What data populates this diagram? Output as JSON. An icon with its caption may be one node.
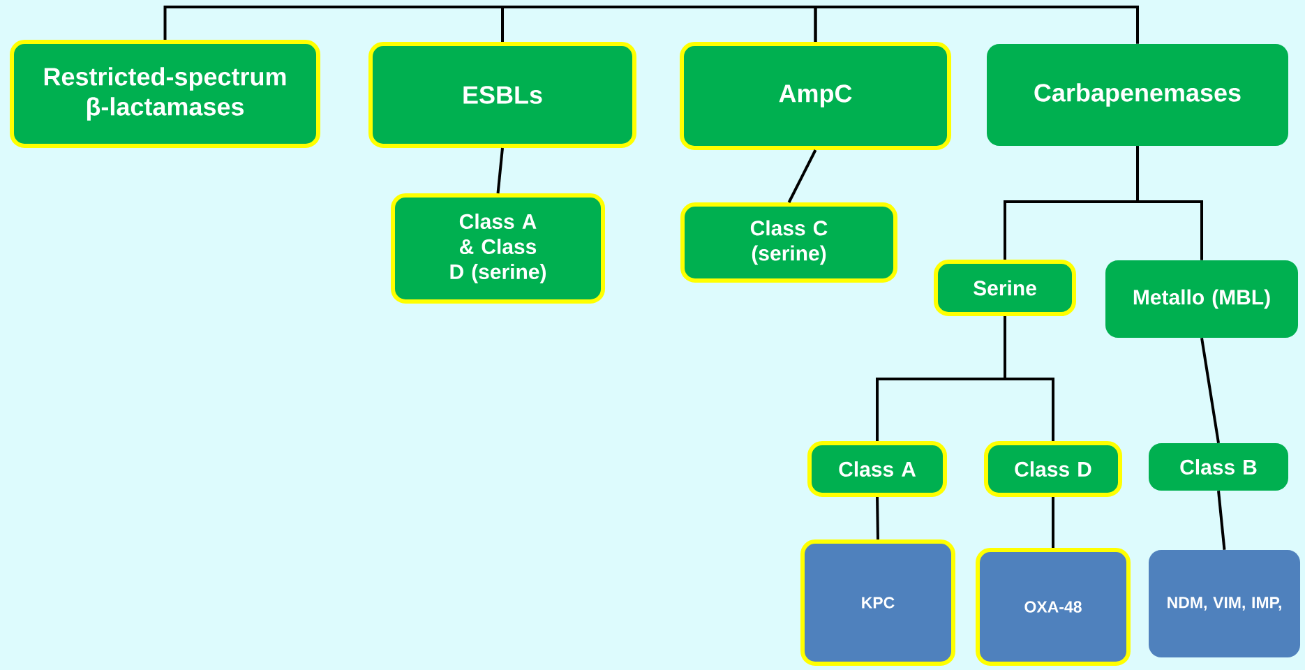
{
  "diagram": {
    "nodes": [
      {
        "text": [
          "Restricted-spectrum β-lactamases"
        ]
      },
      {
        "text": [
          "ESBLs"
        ]
      },
      {
        "text": [
          "AmpC"
        ]
      },
      {
        "text": [
          "Carbapenemases"
        ]
      },
      {
        "text": [
          "Class A & Class D (serine)"
        ]
      },
      {
        "text": [
          "Class C (serine)"
        ]
      },
      {
        "text": [
          "Serine"
        ]
      },
      {
        "text": [
          "Metallo (MBL)"
        ]
      },
      {
        "text": [
          "Class A"
        ]
      },
      {
        "text": [
          "Class D"
        ]
      },
      {
        "text": [
          "Class B"
        ]
      },
      {
        "text": [
          "KPC"
        ]
      },
      {
        "text": [
          "OXA-48"
        ]
      },
      {
        "text": [
          "NDM, VIM, IMP,"
        ]
      }
    ],
    "edges": [
      {
        "from": 0,
        "to": 1,
        "arrow": "none"
      },
      {
        "from": 1,
        "to": 2,
        "arrow": "none"
      },
      {
        "from": 2,
        "to": 3,
        "arrow": "none"
      },
      {
        "from": 1,
        "to": 4,
        "arrow": "none"
      },
      {
        "from": 2,
        "to": 5,
        "arrow": "none"
      },
      {
        "from": 3,
        "to": 6,
        "arrow": "none"
      },
      {
        "from": 3,
        "to": 7,
        "arrow": "none"
      },
      {
        "from": 6,
        "to": 8,
        "arrow": "none"
      },
      {
        "from": 6,
        "to": 9,
        "arrow": "none"
      },
      {
        "from": 7,
        "to": 10,
        "arrow": "none"
      },
      {
        "from": 8,
        "to": 11,
        "arrow": "none"
      },
      {
        "from": 9,
        "to": 12,
        "arrow": "none"
      },
      {
        "from": 10,
        "to": 13,
        "arrow": "none"
      }
    ]
  }
}
